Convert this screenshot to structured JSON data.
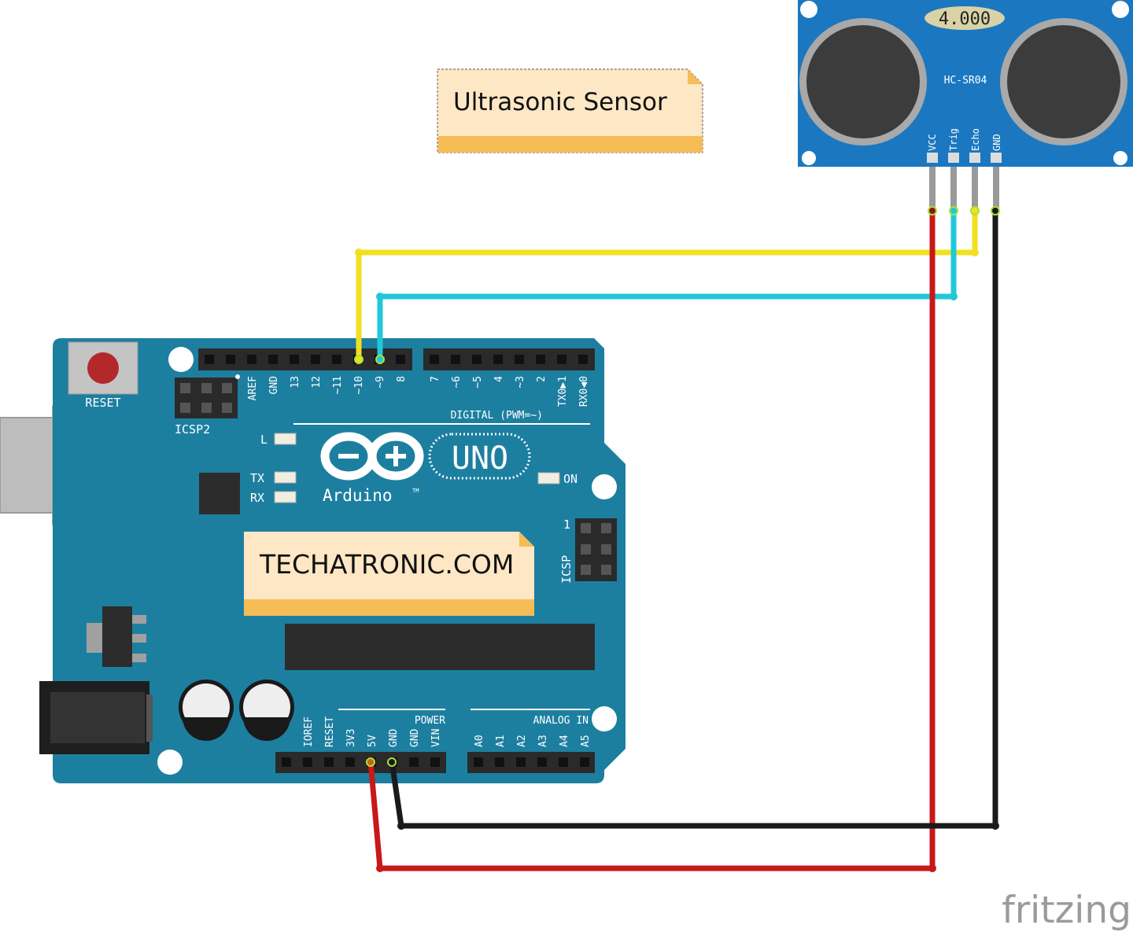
{
  "notes": {
    "sensor_note": "Ultrasonic Sensor",
    "site_note": "TECHATRONIC.COM"
  },
  "sensor": {
    "model": "HC-SR04",
    "display": "4.000",
    "pins": [
      "VCC",
      "Trig",
      "Echo",
      "GND"
    ]
  },
  "board": {
    "reset_label": "RESET",
    "icsp2_label": "ICSP2",
    "icsp_label": "ICSP",
    "icsp_pin1": "1",
    "led_l": "L",
    "led_tx": "TX",
    "led_rx": "RX",
    "led_on": "ON",
    "uno_label": "UNO",
    "brand_label": "Arduino",
    "tm": "TM",
    "digital_label": "DIGITAL (PWM=~)",
    "power_label": "POWER",
    "analog_label": "ANALOG IN",
    "digital_pins": [
      "AREF",
      "GND",
      "13",
      "12",
      "~11",
      "~10",
      "~9",
      "8",
      "7",
      "~6",
      "~5",
      "4",
      "~3",
      "2",
      "TX0▶1",
      "RX0◀0"
    ],
    "power_pins": [
      "IOREF",
      "RESET",
      "3V3",
      "5V",
      "GND",
      "GND",
      "VIN"
    ],
    "analog_pins": [
      "A0",
      "A1",
      "A2",
      "A3",
      "A4",
      "A5"
    ]
  },
  "wires": [
    {
      "from": "~10",
      "to": "Echo",
      "color": "#f0e020"
    },
    {
      "from": "~9",
      "to": "Trig",
      "color": "#22c8d8"
    },
    {
      "from": "5V",
      "to": "VCC",
      "color": "#c81818"
    },
    {
      "from": "GND",
      "to": "GND",
      "color": "#1a1a1a"
    }
  ],
  "colors": {
    "board": "#1d7fa0",
    "sensor": "#1b78c0",
    "note_fill": "#fde7c4",
    "note_fold": "#f6bc55"
  },
  "watermark": "fritzing"
}
